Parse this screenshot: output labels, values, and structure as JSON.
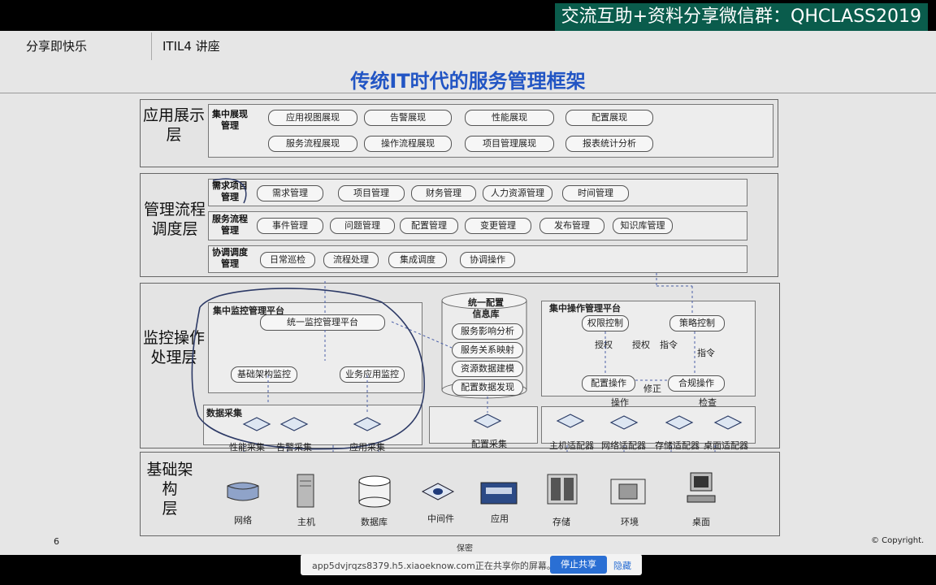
{
  "banner": "交流互助+资料分享微信群：QHCLASS2019",
  "header": {
    "left": "分享即快乐",
    "course": "ITIL4 讲座"
  },
  "title": "传统IT时代的服务管理框架",
  "layers": {
    "app": {
      "label_line1": "应用展示",
      "label_line2": "层"
    },
    "mgmt": {
      "label_line1": "管理流程",
      "label_line2": "调度层"
    },
    "monitor": {
      "label_line1": "监控操作",
      "label_line2": "处理层"
    },
    "infra": {
      "label_line1": "基础架构",
      "label_line2": "层"
    }
  },
  "app_rows": {
    "label_line1": "集中展现",
    "label_line2": "管理",
    "row1": [
      "应用视图展现",
      "告警展现",
      "性能展现",
      "配置展现"
    ],
    "row2": [
      "服务流程展现",
      "操作流程展现",
      "项目管理展现",
      "报表统计分析"
    ]
  },
  "demand": {
    "label_line1": "需求项目",
    "label_line2": "管理",
    "items": [
      "需求管理",
      "项目管理",
      "财务管理",
      "人力资源管理",
      "时间管理"
    ]
  },
  "service": {
    "label_line1": "服务流程",
    "label_line2": "管理",
    "items": [
      "事件管理",
      "问题管理",
      "配置管理",
      "变更管理",
      "发布管理",
      "知识库管理"
    ]
  },
  "coord": {
    "label_line1": "协调调度",
    "label_line2": "管理",
    "items": [
      "日常巡检",
      "流程处理",
      "集成调度",
      "协调操作"
    ]
  },
  "monitor_platform": {
    "title": "集中监控管理平台",
    "unified": "统一监控管理平台",
    "infra_monitor": "基础架构监控",
    "app_monitor": "业务应用监控"
  },
  "cmdb": {
    "title_line1": "统一配置",
    "title_line2": "信息库",
    "items": [
      "服务影响分析",
      "服务关系映射",
      "资源数据建模",
      "配置数据发现"
    ]
  },
  "ops_platform": {
    "title": "集中操作管理平台",
    "perm": "权限控制",
    "policy": "策略控制",
    "config_op": "配置操作",
    "compliance": "合规操作",
    "grant1": "授权",
    "grant2": "授权",
    "instruct1": "指令",
    "instruct2": "指令",
    "fix": "修正"
  },
  "collection": {
    "label": "数据采集",
    "perf": "性能采集",
    "alarm": "告警采集",
    "app": "应用采集",
    "config": "配置采集",
    "op": "操作",
    "check": "检查",
    "adapters": [
      "主机适配器",
      "网络适配器",
      "存储适配器",
      "桌面适配器"
    ]
  },
  "infra_items": [
    "网络",
    "主机",
    "数据库",
    "中间件",
    "应用",
    "存储",
    "环境",
    "桌面"
  ],
  "footer": {
    "page": "6",
    "copyright": "© Copyright.",
    "center": "保密"
  },
  "share": {
    "text": "app5dvjrqzs8379.h5.xiaoeknow.com正在共享你的屏幕。",
    "stop": "停止共享",
    "hide": "隐藏"
  },
  "colors": {
    "title": "#2255c4",
    "banner_bg": "#0a5c4c",
    "stop_btn": "#2a6fd4"
  }
}
